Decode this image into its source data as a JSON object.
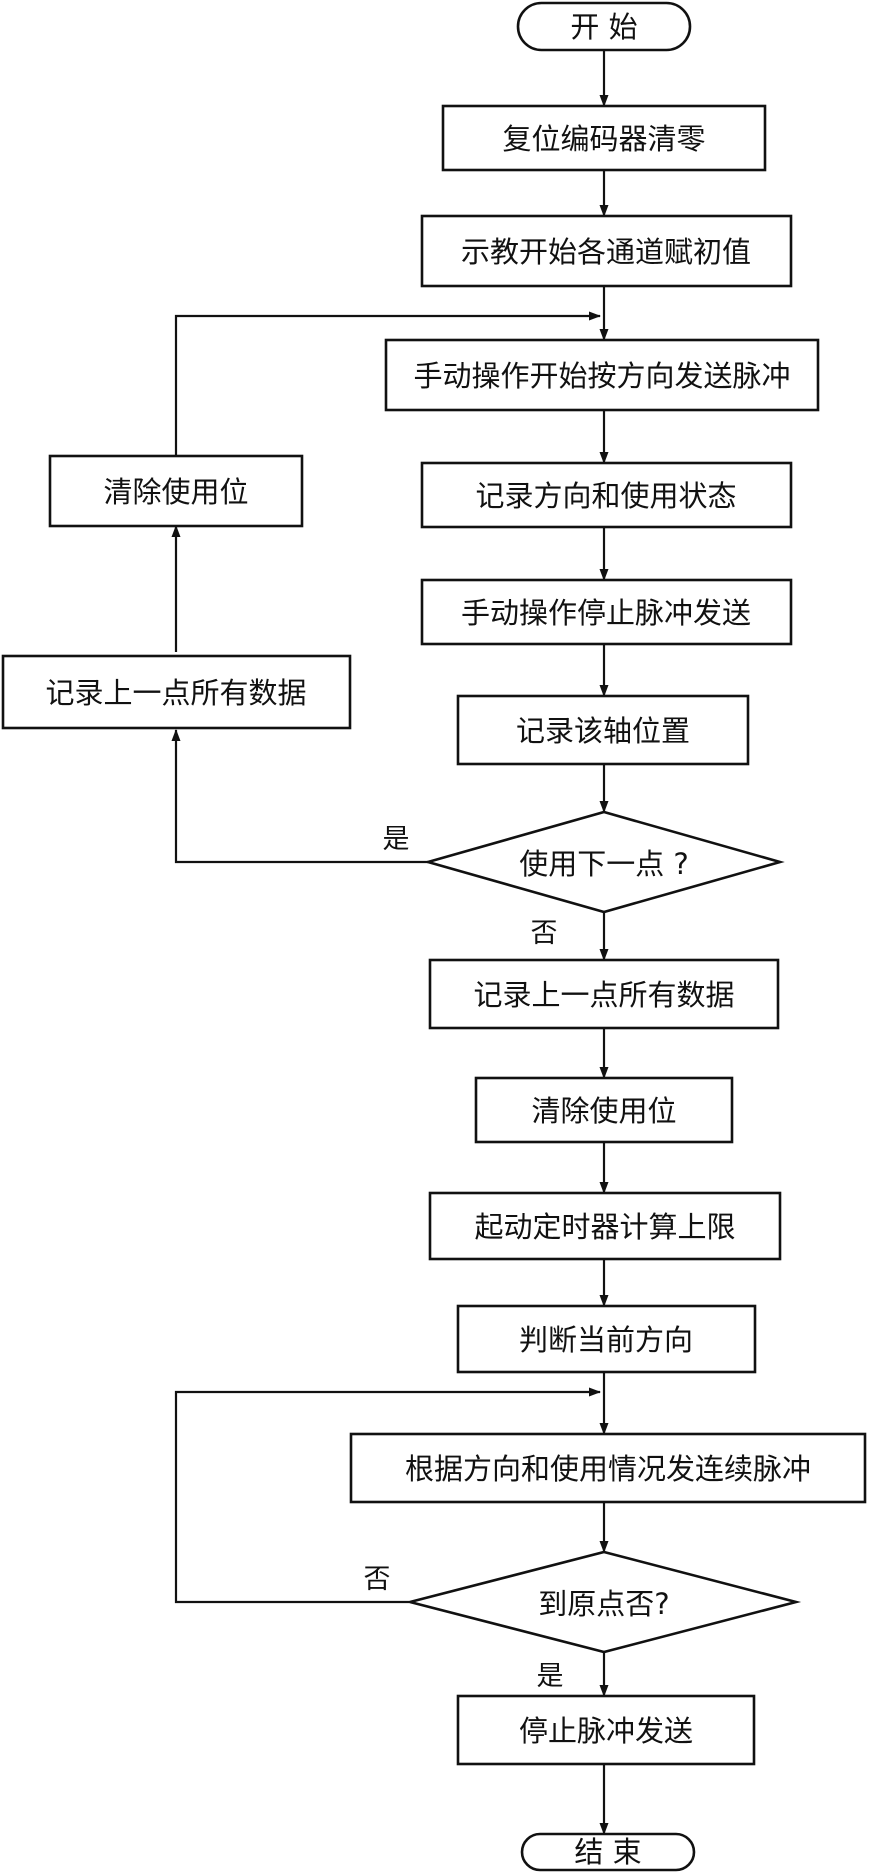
{
  "nodes": {
    "start": "开  始",
    "reset_encoder": "复位编码器清零",
    "teach_init": "示教开始各通道赋初值",
    "manual_send": "手动操作开始按方向发送脉冲",
    "record_dir": "记录方向和使用状态",
    "manual_stop": "手动操作停止脉冲发送",
    "record_axis": "记录该轴位置",
    "use_next": "使用下一点 ?",
    "record_all_left": "记录上一点所有数据",
    "clear_left": "清除使用位",
    "record_all": "记录上一点所有数据",
    "clear_use": "清除使用位",
    "start_timer": "起动定时器计算上限",
    "judge_dir": "判断当前方向",
    "send_continuous": "根据方向和使用情况发连续脉冲",
    "at_origin": "到原点否?",
    "stop_pulse": "停止脉冲发送",
    "end": "结  束"
  },
  "edge_labels": {
    "use_next_yes": "是",
    "use_next_no": "否",
    "origin_no": "否",
    "origin_yes": "是"
  }
}
